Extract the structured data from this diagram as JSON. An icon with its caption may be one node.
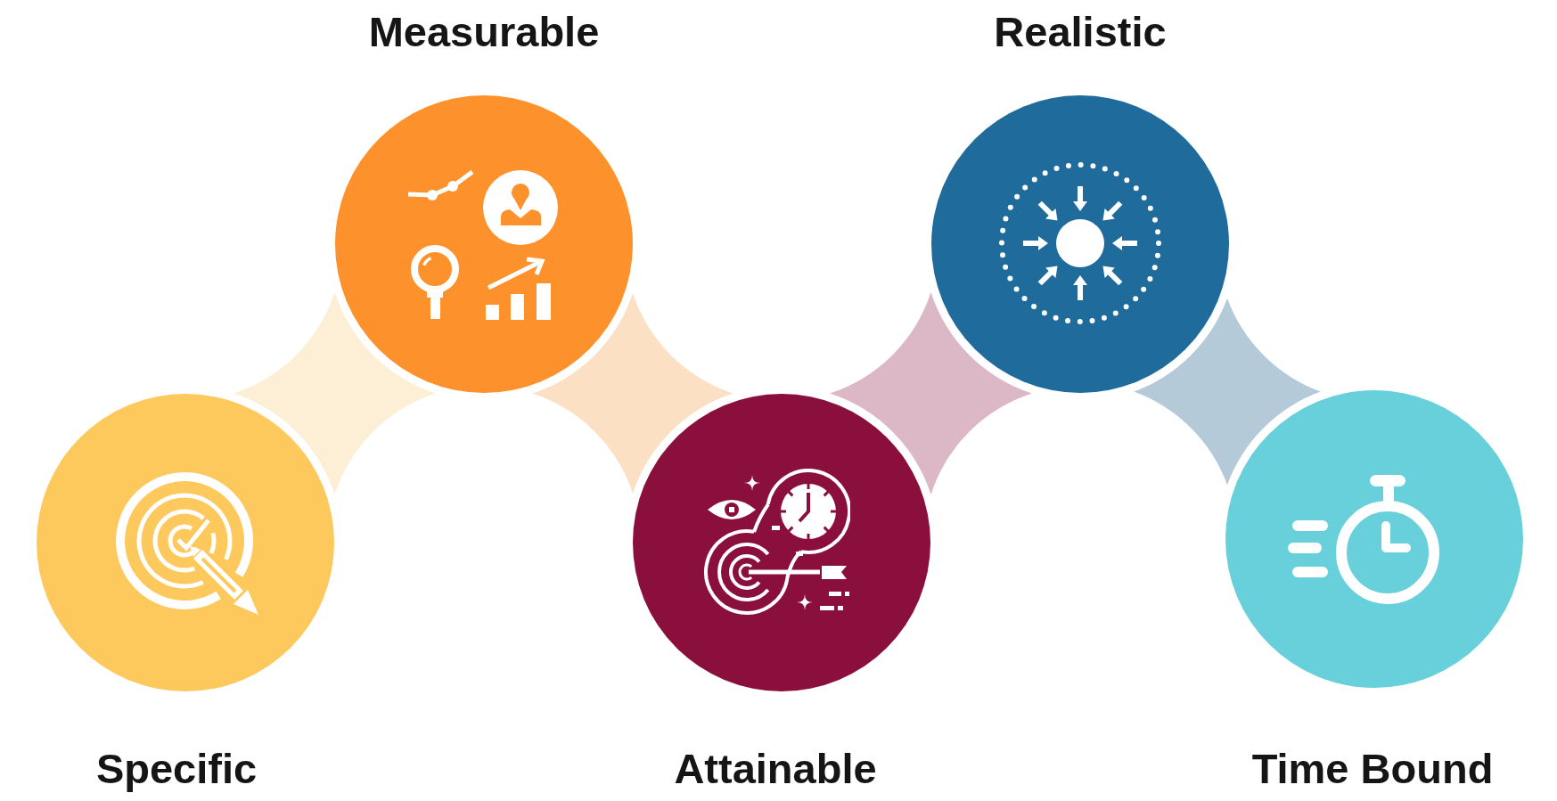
{
  "diagram": {
    "nodes": [
      {
        "text": [
          "Specific"
        ]
      },
      {
        "text": [
          "Measurable"
        ]
      },
      {
        "text": [
          "Attainable"
        ]
      },
      {
        "text": [
          "Realistic"
        ]
      },
      {
        "text": [
          "Time Bound"
        ]
      }
    ],
    "edges": [
      {
        "from": 0,
        "to": 1,
        "arrow": "none",
        "color": "#fcefd6"
      },
      {
        "from": 1,
        "to": 2,
        "arrow": "none",
        "color": "#fce0c4"
      },
      {
        "from": 2,
        "to": 3,
        "arrow": "none",
        "color": "#dcb7c5"
      },
      {
        "from": 3,
        "to": 4,
        "arrow": "none",
        "color": "#b4cad8"
      }
    ]
  }
}
